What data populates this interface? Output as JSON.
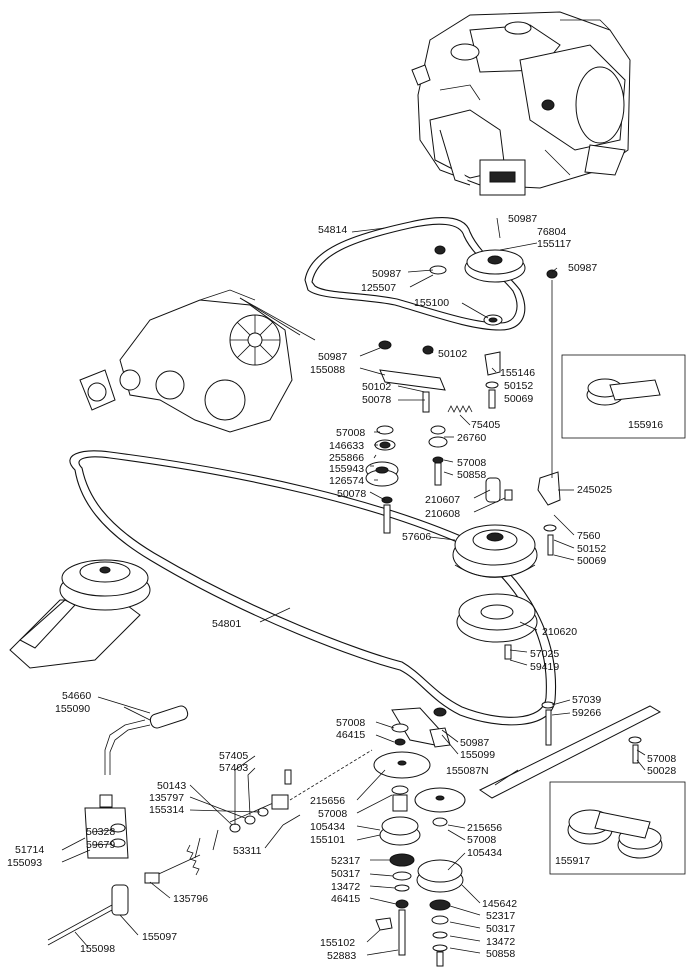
{
  "labels": [
    "54814",
    "50987",
    "125507",
    "155100",
    "50987",
    "76804",
    "155117",
    "50987",
    "50987",
    "155088",
    "50102",
    "155146",
    "50102",
    "50152",
    "50078",
    "50069",
    "75405",
    "57008",
    "26760",
    "146633",
    "255866",
    "57008",
    "155943",
    "50858",
    "126574",
    "50078",
    "245025",
    "210607",
    "210608",
    "7560",
    "57606",
    "50152",
    "50069",
    "54801",
    "210620",
    "57025",
    "59419",
    "54660",
    "155090",
    "57039",
    "59266",
    "57008",
    "46415",
    "50987",
    "155099",
    "57405",
    "57008",
    "57403",
    "155087N",
    "50028",
    "50143",
    "135797",
    "215656",
    "155314",
    "57008",
    "105434",
    "215656",
    "50328",
    "155101",
    "57008",
    "59679",
    "51714",
    "53311",
    "105434",
    "52317",
    "155093",
    "50317",
    "13472",
    "135796",
    "46415",
    "145642",
    "52317",
    "50317",
    "155097",
    "155102",
    "13472",
    "155098",
    "50858",
    "52883"
  ],
  "insets": [
    "155916",
    "155917"
  ]
}
